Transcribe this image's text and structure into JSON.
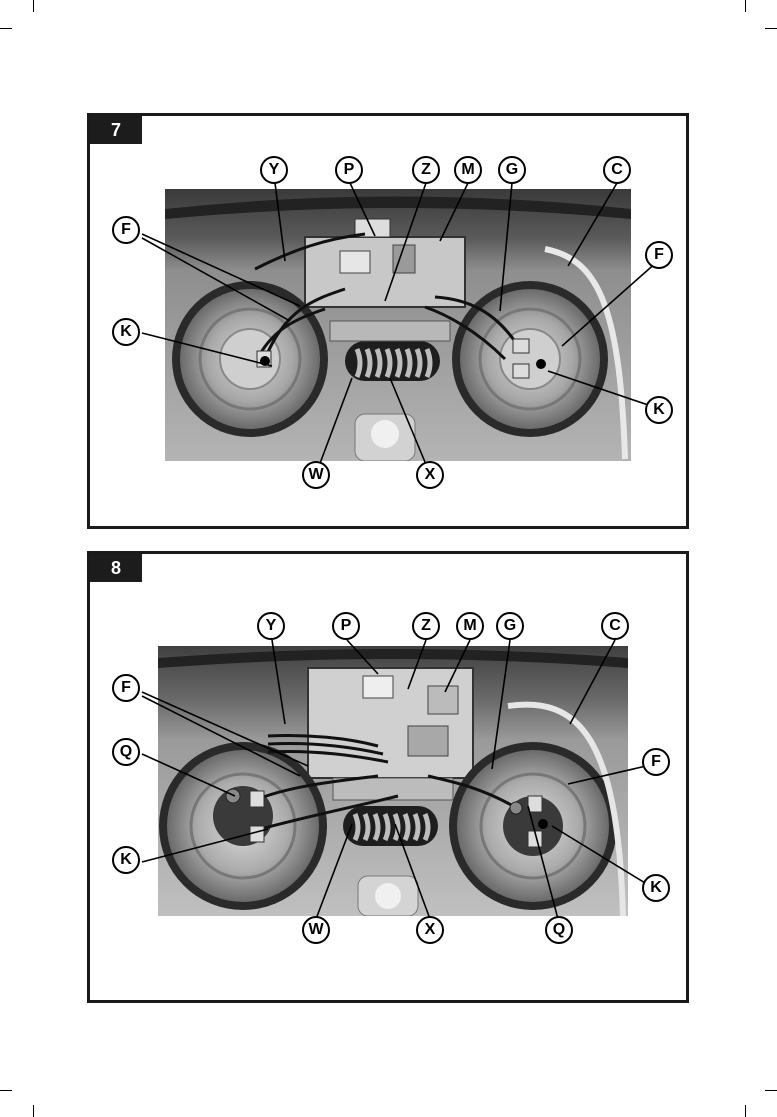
{
  "figures": [
    {
      "number": "7",
      "callouts": [
        "Y",
        "P",
        "Z",
        "M",
        "G",
        "C",
        "F",
        "F",
        "K",
        "K",
        "W",
        "X"
      ]
    },
    {
      "number": "8",
      "callouts": [
        "Y",
        "P",
        "Z",
        "M",
        "G",
        "C",
        "F",
        "F",
        "Q",
        "K",
        "K",
        "W",
        "X",
        "Q"
      ]
    }
  ]
}
